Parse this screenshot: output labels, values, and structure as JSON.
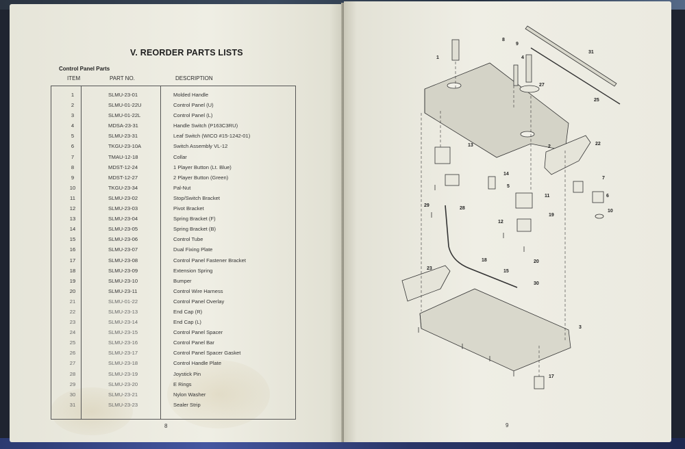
{
  "left_page": {
    "title": "V.  REORDER PARTS LISTS",
    "section": "Control Panel Parts",
    "headers": {
      "item": "ITEM",
      "part": "PART NO.",
      "desc": "DESCRIPTION"
    },
    "rows": [
      {
        "item": "1",
        "part": "SLMU-23-01",
        "desc": "Molded Handle"
      },
      {
        "item": "2",
        "part": "SLMU-01-22U",
        "desc": "Control Panel (U)"
      },
      {
        "item": "3",
        "part": "SLMU-01-22L",
        "desc": "Control Panel (L)"
      },
      {
        "item": "4",
        "part": "MDSA-23-31",
        "desc": "Handle Switch (P163C3RU)"
      },
      {
        "item": "5",
        "part": "SLMU-23-31",
        "desc": "Leaf Switch (WICO #15-1242-01)"
      },
      {
        "item": "6",
        "part": "TKGU-23-10A",
        "desc": "Switch Assembly VL-12"
      },
      {
        "item": "7",
        "part": "TMAU-12-18",
        "desc": "Collar"
      },
      {
        "item": "8",
        "part": "MDST-12-24",
        "desc": "1 Player Button (Lt. Blue)"
      },
      {
        "item": "9",
        "part": "MDST-12-27",
        "desc": "2 Player Button (Green)"
      },
      {
        "item": "10",
        "part": "TKGU-23-34",
        "desc": "Pal-Nut"
      },
      {
        "item": "11",
        "part": "SLMU-23-02",
        "desc": "Stop/Switch Bracket"
      },
      {
        "item": "12",
        "part": "SLMU-23-03",
        "desc": "Pivot Bracket"
      },
      {
        "item": "13",
        "part": "SLMU-23-04",
        "desc": "Spring Bracket (F)"
      },
      {
        "item": "14",
        "part": "SLMU-23-05",
        "desc": "Spring Bracket (B)"
      },
      {
        "item": "15",
        "part": "SLMU-23-06",
        "desc": "Control Tube"
      },
      {
        "item": "16",
        "part": "SLMU-23-07",
        "desc": "Dual Fixing Plate"
      },
      {
        "item": "17",
        "part": "SLMU-23-08",
        "desc": "Control Panel Fastener Bracket"
      },
      {
        "item": "18",
        "part": "SLMU-23-09",
        "desc": "Extension Spring"
      },
      {
        "item": "19",
        "part": "SLMU-23-10",
        "desc": "Bumper"
      },
      {
        "item": "20",
        "part": "SLMU-23-11",
        "desc": "Control Wire Harness"
      },
      {
        "item": "21",
        "part": "SLMU-01-22",
        "desc": "Control Panel Overlay"
      },
      {
        "item": "22",
        "part": "SLMU-23-13",
        "desc": "End Cap (R)"
      },
      {
        "item": "23",
        "part": "SLMU-23-14",
        "desc": "End Cap (L)"
      },
      {
        "item": "24",
        "part": "SLMU-23-15",
        "desc": "Control Panel Spacer"
      },
      {
        "item": "25",
        "part": "SLMU-23-16",
        "desc": "Control Panel Bar"
      },
      {
        "item": "26",
        "part": "SLMU-23-17",
        "desc": "Control Panel Spacer Gasket"
      },
      {
        "item": "27",
        "part": "SLMU-23-18",
        "desc": "Control Handle Plate"
      },
      {
        "item": "28",
        "part": "SLMU-23-19",
        "desc": "Joystick Pin"
      },
      {
        "item": "29",
        "part": "SLMU-23-20",
        "desc": "E Rings"
      },
      {
        "item": "30",
        "part": "SLMU-23-21",
        "desc": "Nylon Washer"
      },
      {
        "item": "31",
        "part": "SLMU-23-23",
        "desc": "Sealer Strip"
      }
    ],
    "page_number": "8"
  },
  "right_page": {
    "callouts": [
      "1",
      "2",
      "3",
      "4",
      "5",
      "6",
      "7",
      "8",
      "9",
      "10",
      "11",
      "12",
      "13",
      "14",
      "15",
      "17",
      "18",
      "19",
      "20",
      "22",
      "23",
      "25",
      "27",
      "28",
      "29",
      "30",
      "31"
    ],
    "page_number": "9"
  }
}
